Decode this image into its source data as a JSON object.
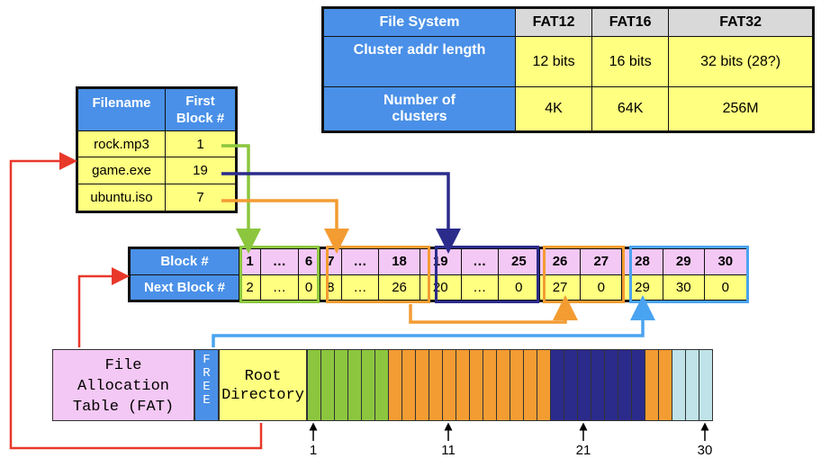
{
  "fs_table": {
    "header": [
      "File System",
      "FAT12",
      "FAT16",
      "FAT32"
    ],
    "rows": [
      {
        "label": "Cluster addr  length",
        "values": [
          "12 bits",
          "16 bits",
          "32 bits (28?)"
        ]
      },
      {
        "label": "Number of clusters",
        "values": [
          "4K",
          "64K",
          "256M"
        ]
      }
    ]
  },
  "directory": {
    "headers": [
      "Filename",
      "First Block #"
    ],
    "rows": [
      {
        "name": "rock.mp3",
        "first": "1"
      },
      {
        "name": "game.exe",
        "first": "19"
      },
      {
        "name": "ubuntu.iso",
        "first": "7"
      }
    ]
  },
  "fat": {
    "row_labels": [
      "Block #",
      "Next Block #"
    ],
    "blocks": [
      "1",
      "…",
      "6",
      "7",
      "…",
      "18",
      "19",
      "…",
      "25",
      "26",
      "27",
      "28",
      "29",
      "30"
    ],
    "next": [
      "2",
      "…",
      "0",
      "8",
      "…",
      "26",
      "20",
      "…",
      "0",
      "27",
      "0",
      "29",
      "30",
      "0"
    ]
  },
  "disk": {
    "fat_label": [
      "File",
      "Allocation",
      "Table (FAT)"
    ],
    "free_label": [
      "F",
      "R",
      "E",
      "E"
    ],
    "root_label": [
      "Root",
      "Directory"
    ],
    "ticks": [
      "1",
      "11",
      "21",
      "30"
    ]
  },
  "colors": {
    "green": "#8cc63f",
    "orange": "#f39c32",
    "navy": "#2b2b8c",
    "lightblue": "#4aa3f0",
    "red": "#e8382a",
    "cyan": "#bfe3e8"
  }
}
